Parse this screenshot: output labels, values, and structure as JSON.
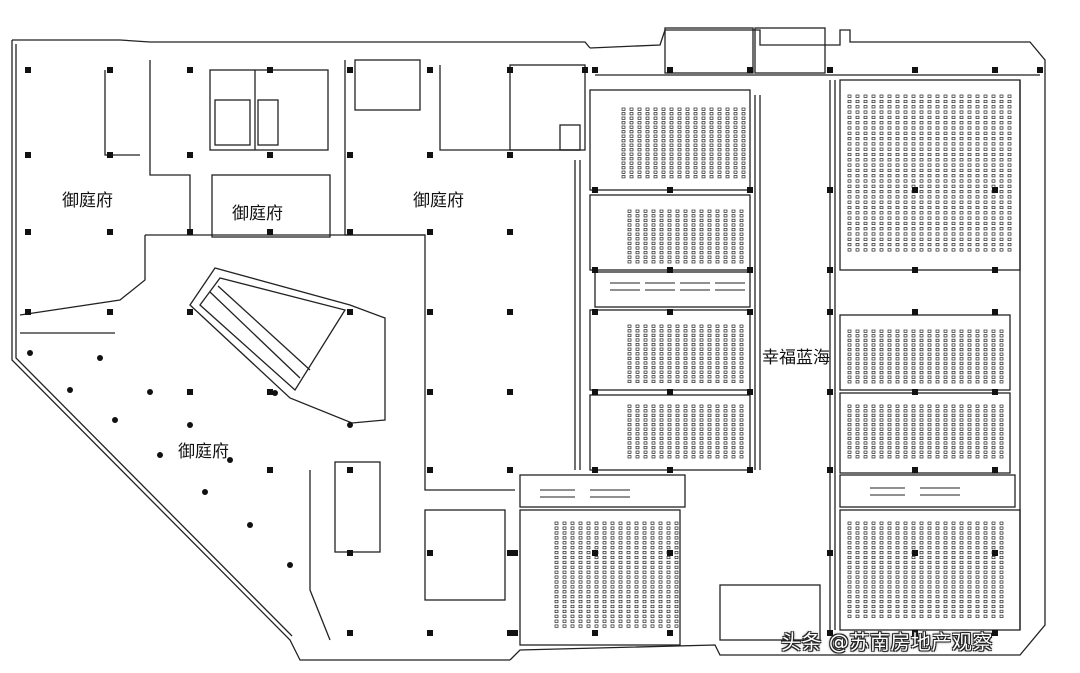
{
  "labels": {
    "zone_nw": "御庭府",
    "zone_north_small": "御庭府",
    "zone_north_center": "御庭府",
    "zone_sw": "御庭府",
    "cinema": "幸福蓝海"
  },
  "watermark": "头条 @苏南房地产观察",
  "colors": {
    "line": "#222222",
    "fill_dark": "#111111",
    "background": "#ffffff"
  }
}
